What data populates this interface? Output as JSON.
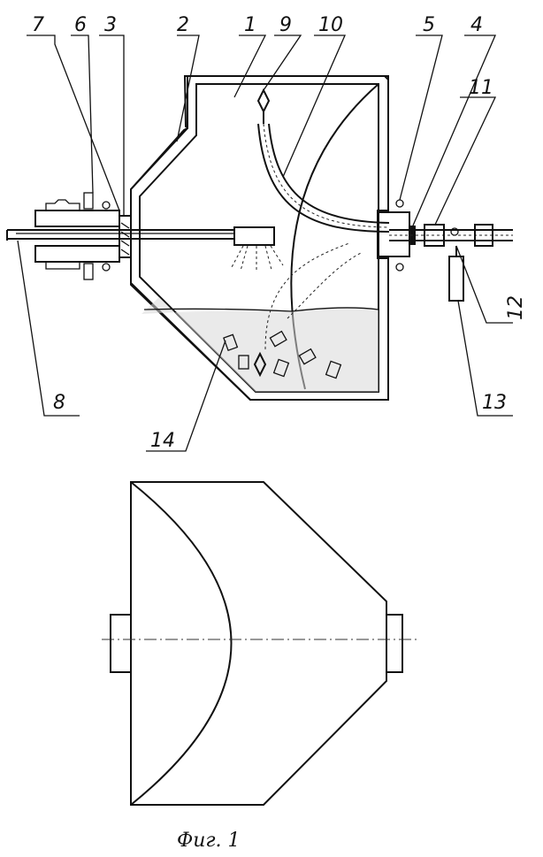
{
  "figure": {
    "caption": "Фиг. 1",
    "labels": [
      "7",
      "6",
      "3",
      "2",
      "1",
      "9",
      "10",
      "5",
      "4",
      "11",
      "12",
      "13",
      "8",
      "14"
    ]
  }
}
